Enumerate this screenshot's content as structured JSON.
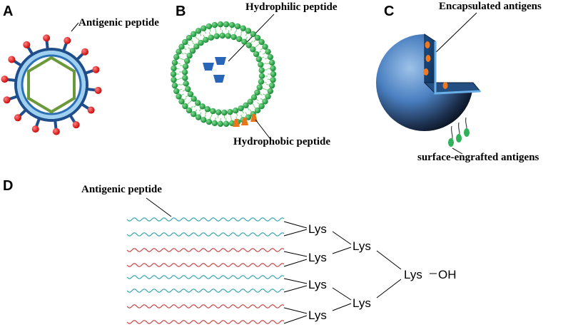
{
  "panels": {
    "a": {
      "letter": "A",
      "label": "Antigenic peptide"
    },
    "b": {
      "letter": "B",
      "label_top": "Hydrophilic peptide",
      "label_bottom": "Hydrophobic peptide"
    },
    "c": {
      "letter": "C",
      "label_top": "Encapsulated antigens",
      "label_bottom": "surface-engrafted antigens"
    },
    "d": {
      "letter": "D",
      "label": "Antigenic peptide",
      "lys": [
        "Lys",
        "Lys",
        "Lys",
        "Lys",
        "Lys",
        "Lys",
        "Lys"
      ],
      "oh": "OH"
    }
  },
  "colors": {
    "virus_ring": "#2c6fb5",
    "virus_ring_light": "#9fd0f0",
    "spike": "#1f4e8c",
    "spike_tip": "#e00000",
    "hexagon": "#6a9a3a",
    "lipid_head": "#1fa24a",
    "hydrophilic_peptide": "#2a66b8",
    "hydrophobic_peptide": "#e8751a",
    "nanoparticle": "#3a6fb0",
    "peptide_cyan": "#3aa6b0",
    "peptide_red": "#c84848"
  }
}
